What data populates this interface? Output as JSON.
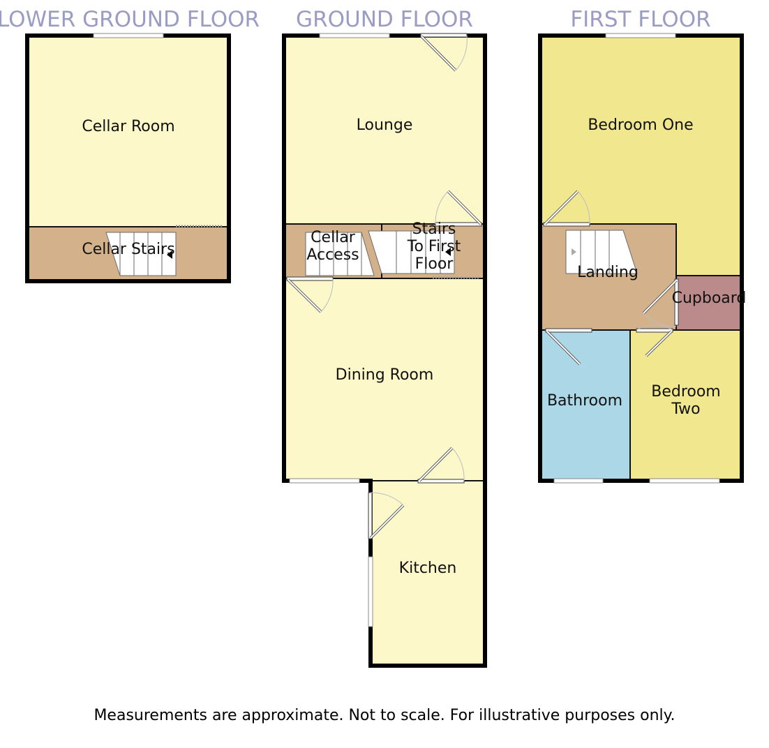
{
  "floors": {
    "lower_ground": {
      "title": "LOWER GROUND FLOOR",
      "rooms": {
        "cellar_room": "Cellar Room",
        "cellar_stairs": "Cellar Stairs"
      }
    },
    "ground": {
      "title": "GROUND FLOOR",
      "rooms": {
        "lounge": "Lounge",
        "cellar_access_line1": "Cellar",
        "cellar_access_line2": "Access",
        "stairs_line1": "Stairs",
        "stairs_line2": "To First",
        "stairs_line3": "Floor",
        "dining_room": "Dining Room",
        "kitchen": "Kitchen"
      }
    },
    "first": {
      "title": "FIRST FLOOR",
      "rooms": {
        "bedroom_one": "Bedroom One",
        "landing": "Landing",
        "cupboard": "Cupboard",
        "bathroom": "Bathroom",
        "bedroom_two_line1": "Bedroom",
        "bedroom_two_line2": "Two"
      }
    }
  },
  "colors": {
    "living": "#fcf8c9",
    "circulation": "#d3b28b",
    "bedroom": "#f0e78e",
    "bathroom": "#acd7e6",
    "cupboard": "#bb8b8b",
    "title": "#9a9cc4"
  },
  "disclaimer": "Measurements are approximate. Not to scale. For illustrative purposes only."
}
